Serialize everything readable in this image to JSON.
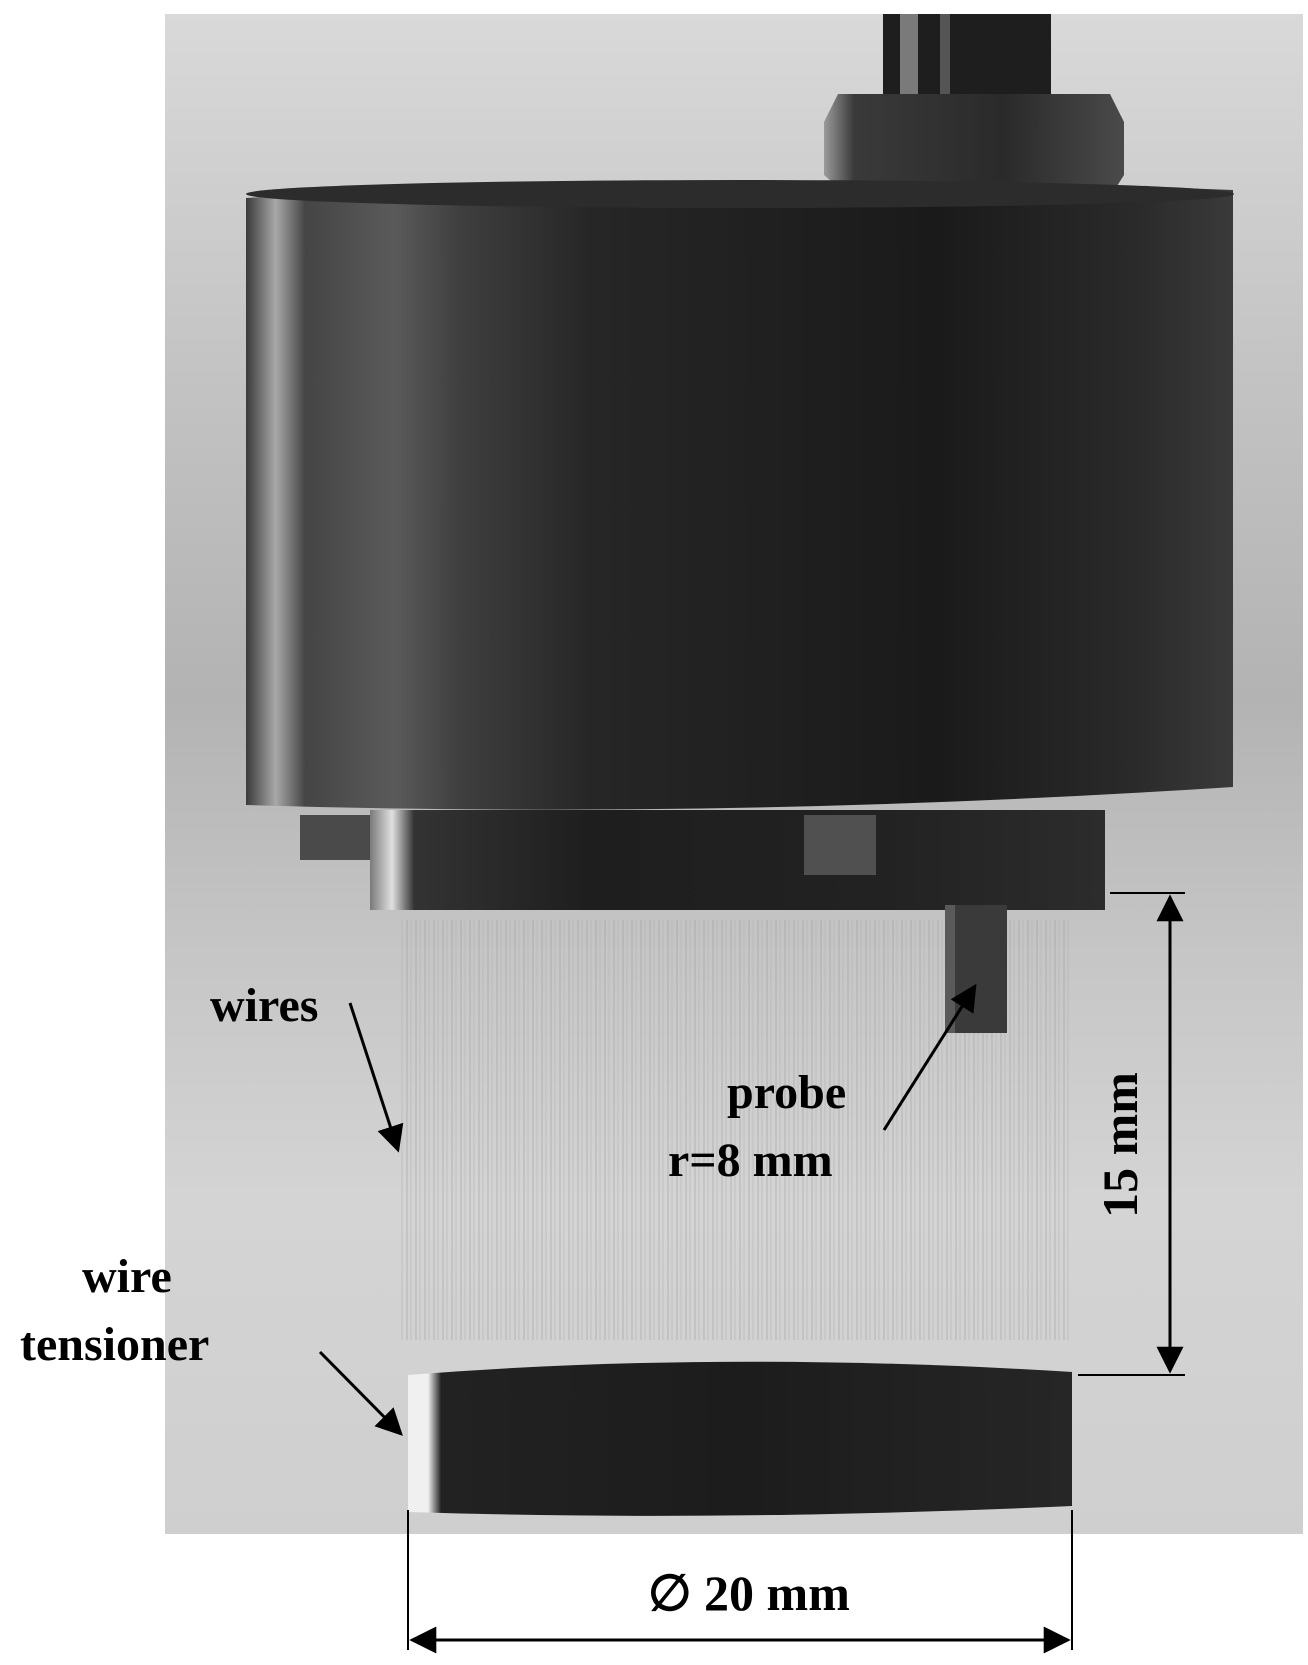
{
  "labels": {
    "wires": "wires",
    "probe": "probe",
    "probe_radius": "r=8 mm",
    "tensioner_line1": "wire",
    "tensioner_line2": "tensioner",
    "diameter": "∅ 20 mm",
    "height": "15 mm"
  },
  "colors": {
    "background": "#c4c4c4",
    "body": "#202020",
    "probe": "#3a3a3a"
  }
}
